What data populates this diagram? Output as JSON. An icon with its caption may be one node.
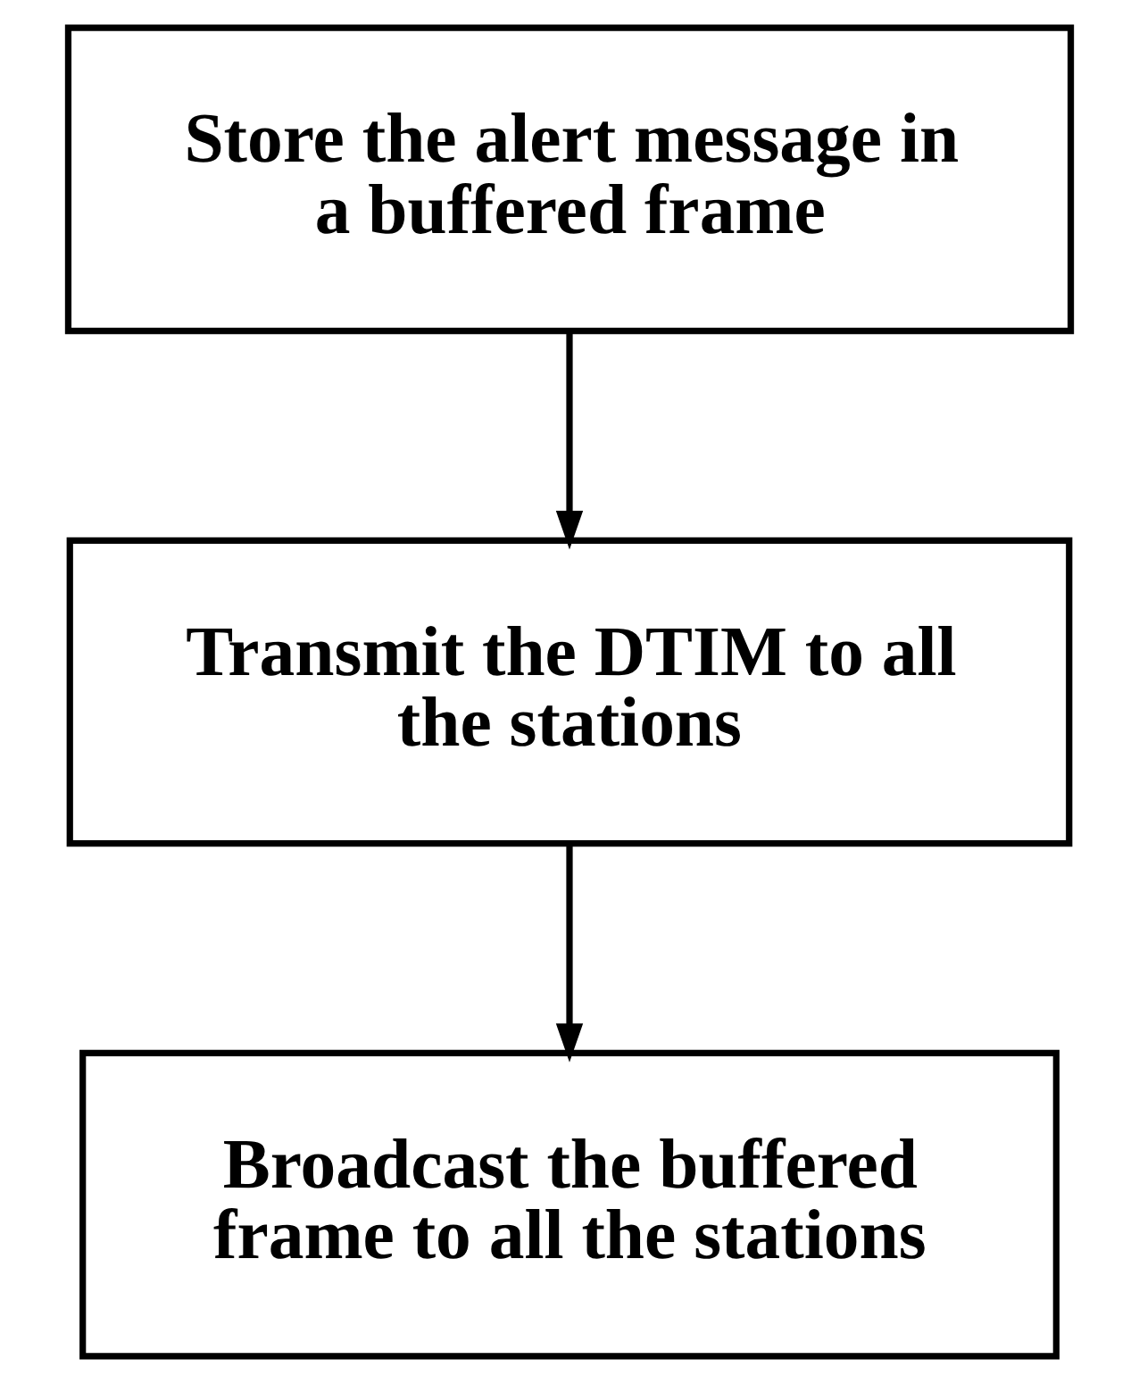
{
  "diagram": {
    "nodes": [
      {
        "text": [
          "Store the alert message in a buffered frame"
        ]
      },
      {
        "text": [
          "Transmit the DTIM to all the stations"
        ]
      },
      {
        "text": [
          "Broadcast the buffered frame to all the stations"
        ]
      }
    ],
    "edges": [
      {
        "from": 0,
        "to": 1,
        "arrow": "to"
      },
      {
        "from": 1,
        "to": 2,
        "arrow": "to"
      }
    ]
  }
}
